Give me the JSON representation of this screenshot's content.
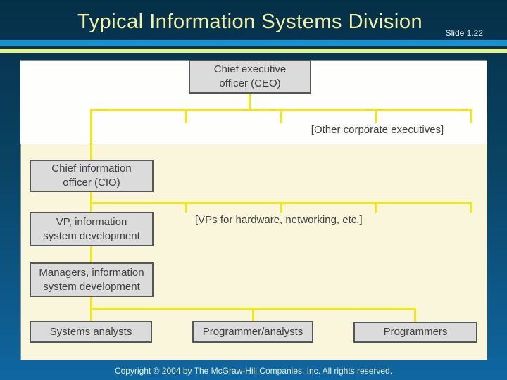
{
  "slide": {
    "title": "Typical Information Systems Division",
    "slide_number": "Slide 1.22",
    "footer_copyright": "Copyright © 2004 by The McGraw-Hill Companies, Inc.  All rights reserved."
  },
  "org_chart": {
    "type": "org-chart",
    "nodes": [
      {
        "id": "ceo",
        "label": "Chief executive officer (CEO)",
        "lines": [
          "Chief executive",
          "officer (CEO)"
        ],
        "reports_to": null
      },
      {
        "id": "cio",
        "label": "Chief information officer (CIO)",
        "lines": [
          "Chief information",
          "officer (CIO)"
        ],
        "reports_to": "ceo"
      },
      {
        "id": "vp-isd",
        "label": "VP, information system development",
        "lines": [
          "VP, information",
          "system development"
        ],
        "reports_to": "cio"
      },
      {
        "id": "managers-isd",
        "label": "Managers, information system development",
        "lines": [
          "Managers, information",
          "system development"
        ],
        "reports_to": "vp-isd"
      },
      {
        "id": "systems-analysts",
        "label": "Systems analysts",
        "lines": [
          "Systems analysts"
        ],
        "reports_to": "managers-isd"
      },
      {
        "id": "programmer-analysts",
        "label": "Programmer/analysts",
        "lines": [
          "Programmer/analysts"
        ],
        "reports_to": "managers-isd"
      },
      {
        "id": "programmers",
        "label": "Programmers",
        "lines": [
          "Programmers"
        ],
        "reports_to": "managers-isd"
      }
    ],
    "annotations": [
      {
        "id": "other-corporate-executives",
        "text": "[Other corporate executives]",
        "attached_to": "ceo"
      },
      {
        "id": "vps-hardware-networking",
        "text": "[VPs for hardware, networking, etc.]",
        "attached_to": "cio"
      }
    ]
  },
  "colors": {
    "background_top": "#052F47",
    "background_bottom": "#0F67A2",
    "title_text": "#F2F3A4",
    "blue_stripe": "#1293D8",
    "yellow_stripe": "#E9F086",
    "panel_white": "#FEFEFC",
    "panel_cream": "#FAF6DC",
    "box_fill": "#DBDBDB",
    "box_border": "#55565A",
    "connector_yellow": "#F1E617",
    "footer_text": "#EFECC2"
  }
}
